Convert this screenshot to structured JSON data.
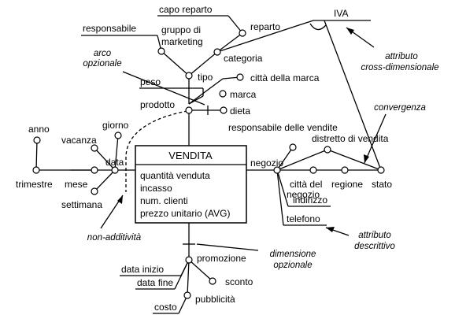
{
  "fact": {
    "name": "VENDITA",
    "measures": [
      "quantità venduta",
      "incasso",
      "num. clienti",
      "prezzo unitario (AVG)"
    ]
  },
  "attributes": {
    "capo_reparto": "capo reparto",
    "reparto": "reparto",
    "iva": "IVA",
    "responsabile": "responsabile",
    "gruppo_marketing_1": "gruppo di",
    "gruppo_marketing_2": "marketing",
    "categoria": "categoria",
    "tipo": "tipo",
    "citta_marca": "città della marca",
    "marca": "marca",
    "peso": "peso",
    "prodotto": "prodotto",
    "dieta": "dieta",
    "anno": "anno",
    "giorno": "giorno",
    "vacanza": "vacanza",
    "data": "data",
    "trimestre": "trimestre",
    "mese": "mese",
    "settimana": "settimana",
    "responsabile_vendite": "responsabile delle vendite",
    "distretto_vendita": "distretto di vendita",
    "negozio": "negozio",
    "citta_negozio_1": "città del",
    "citta_negozio_2": "negozio",
    "regione": "regione",
    "stato": "stato",
    "indirizzo": "indirizzo",
    "telefono": "telefono",
    "promozione": "promozione",
    "data_inizio": "data inizio",
    "data_fine": "data fine",
    "sconto": "sconto",
    "costo": "costo",
    "pubblicita": "pubblicità"
  },
  "annotations": {
    "arco_1": "arco",
    "arco_2": "opzionale",
    "cross_1": "attributo",
    "cross_2": "cross-dimensionale",
    "convergenza": "convergenza",
    "non_additivita": "non-additività",
    "dim_opz_1": "dimensione",
    "dim_opz_2": "opzionale",
    "descr_1": "attributo",
    "descr_2": "descrittivo"
  }
}
